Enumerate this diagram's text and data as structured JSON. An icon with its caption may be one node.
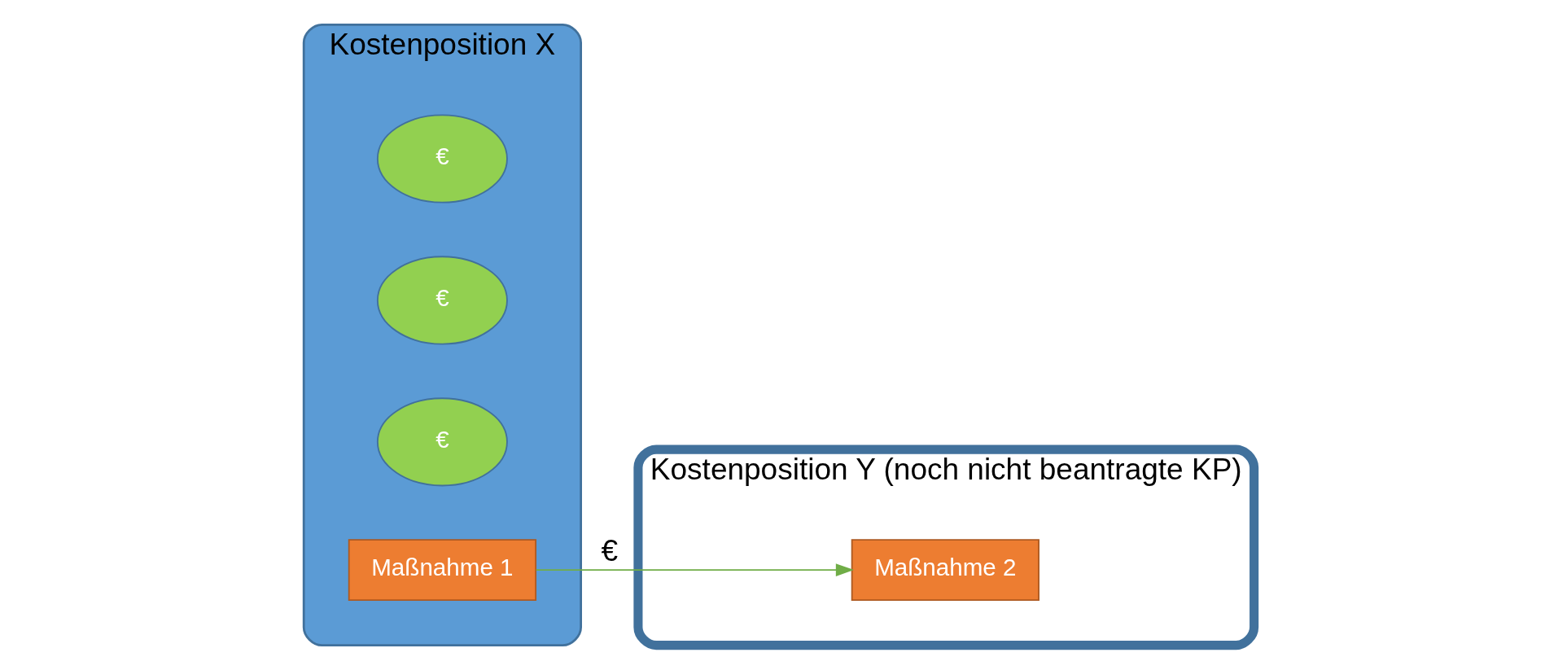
{
  "diagram": {
    "nodes": [
      {
        "text": [
          "Kostenposition X"
        ]
      },
      {
        "text": [
          "€"
        ],
        "in": 0
      },
      {
        "text": [
          "€"
        ],
        "in": 0
      },
      {
        "text": [
          "€"
        ],
        "in": 0
      },
      {
        "text": [
          "Maßnahme 1"
        ],
        "in": 0
      },
      {
        "text": [
          "Kostenposition Y (noch nicht beantragte KP)"
        ]
      },
      {
        "text": [
          "Maßnahme 2"
        ],
        "in": 5
      }
    ],
    "edges": [
      {
        "from": 4,
        "to": 6,
        "arrow": "to",
        "label": "€",
        "color": "#70ad47"
      }
    ]
  }
}
